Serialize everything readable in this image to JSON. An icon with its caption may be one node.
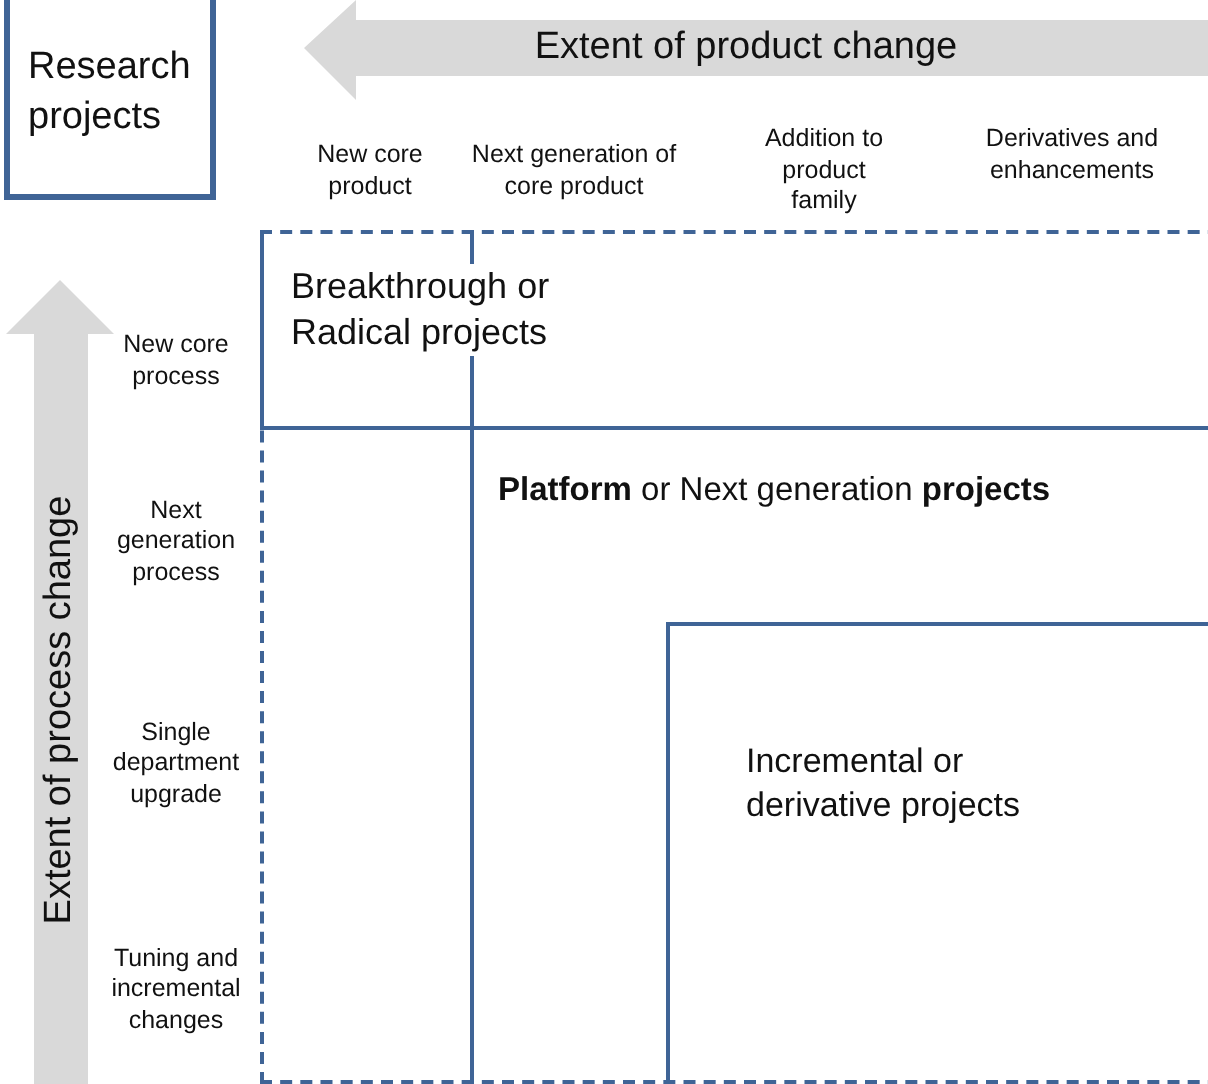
{
  "diagram": {
    "nodes": [
      {
        "text": [
          "Research projects"
        ]
      },
      {
        "text": [],
        "shape": "box"
      },
      {
        "text": [
          "Breakthrough or Radical projects"
        ],
        "in": 1
      },
      {
        "text": [
          "**Platform** or Next generation **projects**"
        ],
        "in": 1
      },
      {
        "text": [
          "Incremental or derivative projects"
        ],
        "in": 3
      }
    ],
    "labels": [
      "Extent of product change",
      "New core product",
      "Next generation of core product",
      "Addition to product family",
      "Derivatives and enhancements",
      "Extent of process change",
      "New core process",
      "Next generation process",
      "Single department upgrade",
      "Tuning and incremental changes"
    ]
  }
}
